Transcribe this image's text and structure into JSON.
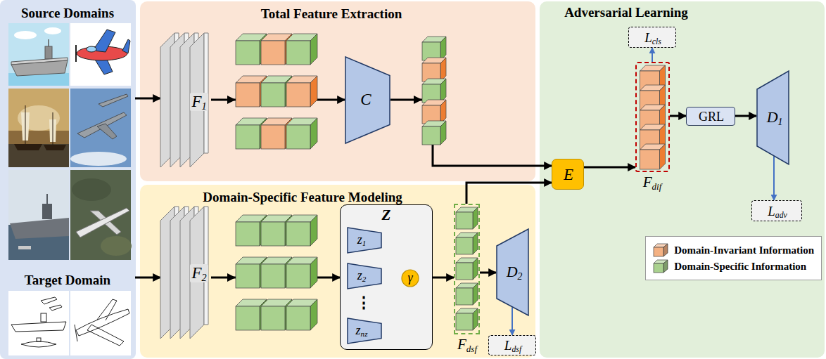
{
  "diagram": {
    "nodes": [
      {
        "text": [
          "Source Domains",
          "Target Domain"
        ]
      },
      {
        "text": [
          "Total Feature Extraction"
        ]
      },
      {
        "text": [
          "F1"
        ],
        "in": 1
      },
      {
        "text": [
          "C"
        ],
        "in": 1
      },
      {
        "text": [
          "Domain-Specific Feature Modeling"
        ]
      },
      {
        "text": [
          "F2"
        ],
        "in": 4
      },
      {
        "text": [
          "Z"
        ],
        "in": 4
      },
      {
        "text": [
          "z1"
        ],
        "in": 6
      },
      {
        "text": [
          "z2"
        ],
        "in": 6
      },
      {
        "text": [
          "znz"
        ],
        "in": 6
      },
      {
        "text": [
          "γ"
        ],
        "in": 6
      },
      {
        "text": [
          "Fdsf"
        ],
        "in": 4
      },
      {
        "text": [
          "D2"
        ],
        "in": 4
      },
      {
        "text": [
          "Ldsf"
        ],
        "in": 4
      },
      {
        "text": [
          "Adversarial Learning"
        ]
      },
      {
        "text": [
          "Lcls"
        ],
        "in": 14
      },
      {
        "text": [
          "E"
        ],
        "in": 14
      },
      {
        "text": [
          "Fdif"
        ],
        "in": 14
      },
      {
        "text": [
          "GRL"
        ],
        "in": 14
      },
      {
        "text": [
          "D1"
        ],
        "in": 14
      },
      {
        "text": [
          "Ladv"
        ],
        "in": 14
      }
    ],
    "edges": [
      {
        "from": 0,
        "to": 2,
        "arrow": "to"
      },
      {
        "from": 0,
        "to": 5,
        "arrow": "to"
      },
      {
        "from": 2,
        "to": 3,
        "arrow": "to"
      },
      {
        "from": 3,
        "to": 16,
        "arrow": "to"
      },
      {
        "from": 5,
        "to": 6,
        "arrow": "to"
      },
      {
        "from": 7,
        "to": 10,
        "arrow": "to"
      },
      {
        "from": 8,
        "to": 10,
        "arrow": "to"
      },
      {
        "from": 9,
        "to": 10,
        "arrow": "to"
      },
      {
        "from": 6,
        "to": 11,
        "arrow": "to"
      },
      {
        "from": 11,
        "to": 12,
        "arrow": "to"
      },
      {
        "from": 12,
        "to": 13,
        "arrow": "to"
      },
      {
        "from": 11,
        "to": 16,
        "arrow": "to"
      },
      {
        "from": 16,
        "to": 17,
        "arrow": "to"
      },
      {
        "from": 17,
        "to": 15,
        "arrow": "to"
      },
      {
        "from": 17,
        "to": 18,
        "arrow": "to"
      },
      {
        "from": 18,
        "to": 19,
        "arrow": "to"
      },
      {
        "from": 19,
        "to": 20,
        "arrow": "to"
      }
    ],
    "labels": [
      "⋮"
    ],
    "legend": [
      {
        "text": "Domain-Invariant Information",
        "color": "#f4b183"
      },
      {
        "text": "Domain-Specific Information",
        "color": "#a9d18e"
      }
    ]
  }
}
